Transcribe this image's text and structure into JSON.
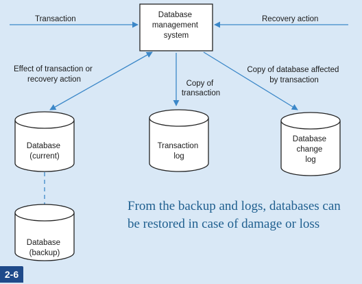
{
  "dbms": {
    "lines": [
      "Database",
      "management",
      "system"
    ]
  },
  "labels": {
    "transaction": "Transaction",
    "recovery_action": "Recovery action",
    "effect": [
      "Effect of transaction or",
      "recovery action"
    ],
    "copy_transaction": [
      "Copy of",
      "transaction"
    ],
    "copy_database": [
      "Copy of database affected",
      "by transaction"
    ]
  },
  "stores": {
    "current": [
      "Database",
      "(current)"
    ],
    "log": [
      "Transaction",
      "log"
    ],
    "change_log": [
      "Database",
      "change",
      "log"
    ],
    "backup": [
      "Database",
      "(backup)"
    ]
  },
  "note": "From the backup and logs, databases can be restored in case of damage or loss",
  "badge": "2-6",
  "colors": {
    "arrow": "#3b87c8",
    "background": "#d9e8f6",
    "note_text": "#1f5f8f",
    "badge": "#1f4a8a"
  }
}
